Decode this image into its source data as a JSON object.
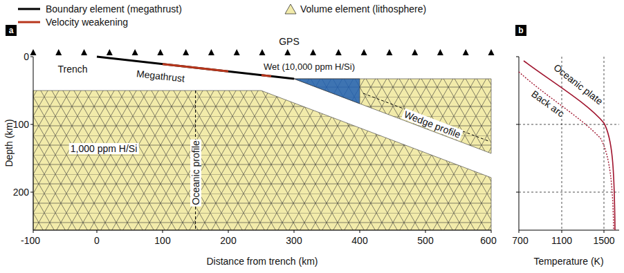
{
  "diagram": {
    "nodes": [
      {
        "text": [
          "a"
        ]
      },
      {
        "text": [
          "b"
        ]
      }
    ],
    "labels": [
      "GPS",
      "Trench",
      "Megathrust",
      "Wet (10,000 ppm H/Si)",
      "1,000 ppm H/Si",
      "Oceanic profile",
      "Wedge profile",
      "0",
      "100",
      "200",
      "Depth (km)",
      "-100",
      "0",
      "100",
      "200",
      "300",
      "400",
      "500",
      "600",
      "Distance from trench (km)",
      "700",
      "1100",
      "1500",
      "Temperature (K)",
      "Oceanic plate",
      "Back arc"
    ],
    "legend": [
      {
        "text": "Boundary element (megathrust)"
      },
      {
        "text": "Velocity weakening"
      },
      {
        "text": "Volume element (lithosphere)"
      }
    ]
  }
}
